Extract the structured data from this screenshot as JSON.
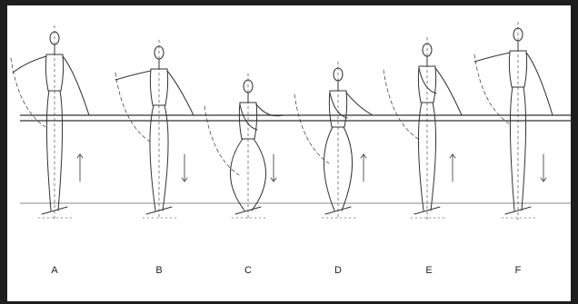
{
  "diagram": {
    "positions": [
      {
        "label": "A"
      },
      {
        "label": "B"
      },
      {
        "label": "C"
      },
      {
        "label": "D"
      },
      {
        "label": "E"
      },
      {
        "label": "F"
      }
    ],
    "colors": {
      "frame": "#1e1e1e",
      "paper": "#ffffff",
      "ink": "#333333",
      "barre": "#555555"
    }
  }
}
